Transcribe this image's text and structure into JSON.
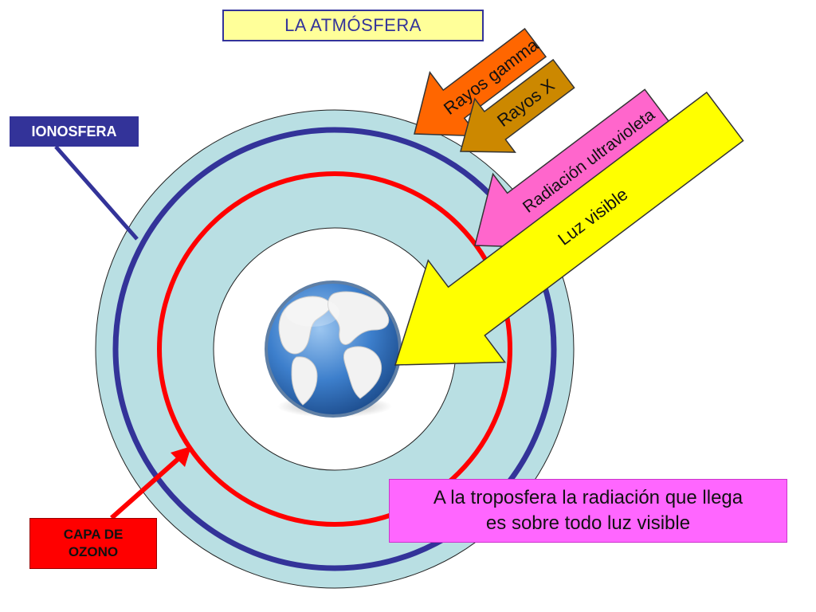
{
  "title": "LA ATMÓSFERA",
  "layers": {
    "ionosphere_label": "IONOSFERA",
    "ozone_label_line1": "CAPA DE",
    "ozone_label_line2": "OZONO"
  },
  "radiation": [
    {
      "label": "Rayos gamma",
      "color": "#ff6600"
    },
    {
      "label": "Rayos X",
      "color": "#cc8800"
    },
    {
      "label": "Radiación ultravioleta",
      "color": "#ff66cc"
    },
    {
      "label": "Luz visible",
      "color": "#ffff00"
    }
  ],
  "note": {
    "line1": "A la troposfera la radiación que llega",
    "line2": "es sobre todo luz visible"
  },
  "colors": {
    "outer_atmosphere": "#b9dfe3",
    "ionosphere_ring": "#333399",
    "ozone_ring": "#ff0000",
    "title_fill": "#ffff99",
    "note_fill": "#ff66ff",
    "globe_ocean": "#3d7fcc",
    "globe_land": "#f2f2f2"
  },
  "icons": [
    "earth-globe-icon"
  ]
}
